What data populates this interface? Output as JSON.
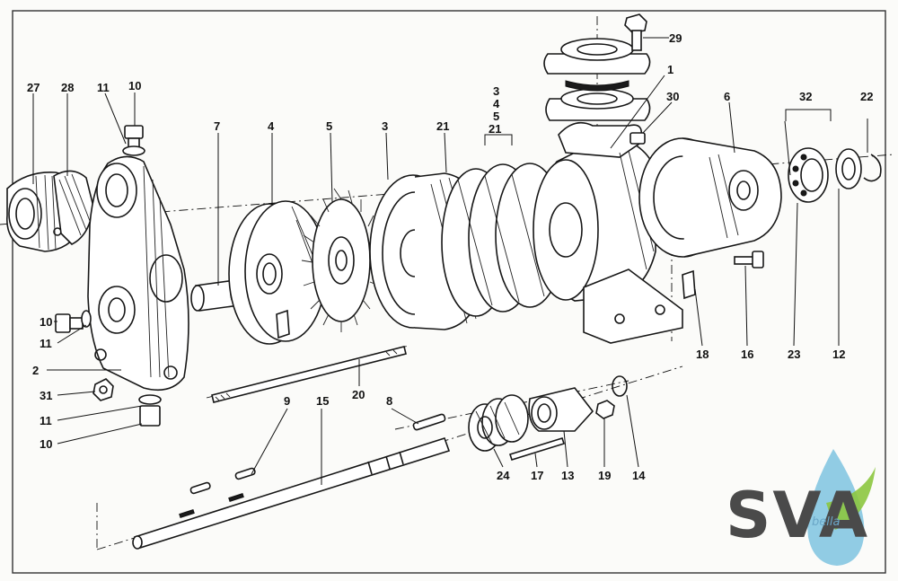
{
  "labels": [
    {
      "id": "27",
      "text": "27"
    },
    {
      "id": "28",
      "text": "28"
    },
    {
      "id": "11a",
      "text": "11"
    },
    {
      "id": "10a",
      "text": "10"
    },
    {
      "id": "7",
      "text": "7"
    },
    {
      "id": "4",
      "text": "4"
    },
    {
      "id": "5",
      "text": "5"
    },
    {
      "id": "3a",
      "text": "3"
    },
    {
      "id": "21a",
      "text": "21"
    },
    {
      "id": "3b",
      "text": "3"
    },
    {
      "id": "4b",
      "text": "4"
    },
    {
      "id": "5b",
      "text": "5"
    },
    {
      "id": "21b",
      "text": "21"
    },
    {
      "id": "29",
      "text": "29"
    },
    {
      "id": "1",
      "text": "1"
    },
    {
      "id": "30",
      "text": "30"
    },
    {
      "id": "6",
      "text": "6"
    },
    {
      "id": "32",
      "text": "32"
    },
    {
      "id": "22",
      "text": "22"
    },
    {
      "id": "10b",
      "text": "10"
    },
    {
      "id": "11b",
      "text": "11"
    },
    {
      "id": "2",
      "text": "2"
    },
    {
      "id": "31",
      "text": "31"
    },
    {
      "id": "11c",
      "text": "11"
    },
    {
      "id": "10c",
      "text": "10"
    },
    {
      "id": "20",
      "text": "20"
    },
    {
      "id": "9",
      "text": "9"
    },
    {
      "id": "15",
      "text": "15"
    },
    {
      "id": "8",
      "text": "8"
    },
    {
      "id": "24",
      "text": "24"
    },
    {
      "id": "17",
      "text": "17"
    },
    {
      "id": "13",
      "text": "13"
    },
    {
      "id": "19",
      "text": "19"
    },
    {
      "id": "14",
      "text": "14"
    },
    {
      "id": "18",
      "text": "18"
    },
    {
      "id": "16",
      "text": "16"
    },
    {
      "id": "23",
      "text": "23"
    },
    {
      "id": "12",
      "text": "12"
    }
  ],
  "logo": {
    "text": "SVA",
    "sub": "bella",
    "drop_color": "#7ec3e0",
    "leaf_color": "#8cc63f",
    "text_color": "#4a4a4a"
  }
}
